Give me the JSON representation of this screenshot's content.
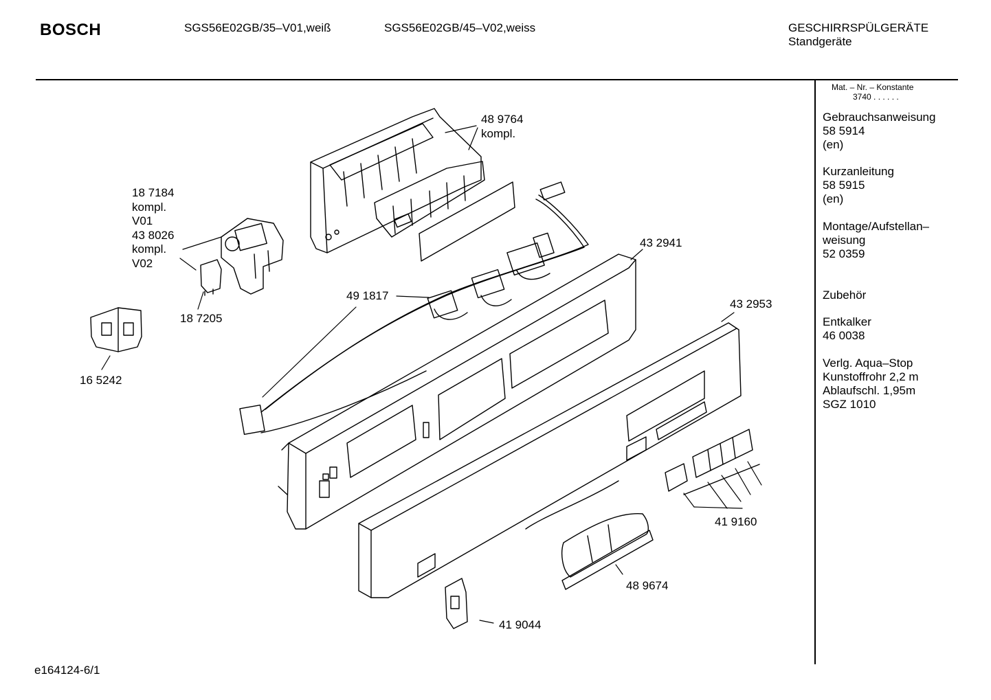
{
  "header": {
    "brand": "BOSCH",
    "model_1": "SGS56E02GB/35–V01,weiß",
    "model_2": "SGS56E02GB/45–V02,weiss",
    "category": "GESCHIRRSPÜLGERÄTE",
    "subcategory": "Standgeräte"
  },
  "sidebar": {
    "mat_nr_label": "Mat. – Nr. – Konstante",
    "mat_nr_value": "3740 .  .  .  .  .  .",
    "sections": [
      {
        "title": "Gebrauchsanweisung",
        "lines": [
          "58 5914",
          "(en)"
        ]
      },
      {
        "title": "Kurzanleitung",
        "lines": [
          "58 5915",
          "(en)"
        ]
      },
      {
        "title": "Montage/Aufstellan–",
        "lines": [
          "weisung",
          "52 0359"
        ]
      },
      {
        "title": "Zubehör",
        "lines": []
      },
      {
        "title": "Entkalker",
        "lines": [
          "46 0038"
        ]
      },
      {
        "title": "Verlg. Aqua–Stop",
        "lines": [
          "Kunstoffrohr 2,2 m",
          "Ablaufschl. 1,95m",
          "SGZ 1010"
        ]
      }
    ]
  },
  "parts": {
    "p489764": "48 9764\nkompl.",
    "p187184": "18 7184\nkompl.\nV01\n43 8026\nkompl.\nV02",
    "p187205": "18 7205",
    "p165242": "16 5242",
    "p491817": "49 1817",
    "p432941": "43 2941",
    "p432953": "43 2953",
    "p419160": "41 9160",
    "p489674": "48 9674",
    "p419044": "41 9044"
  },
  "footer": {
    "code": "e164124-6/1"
  }
}
